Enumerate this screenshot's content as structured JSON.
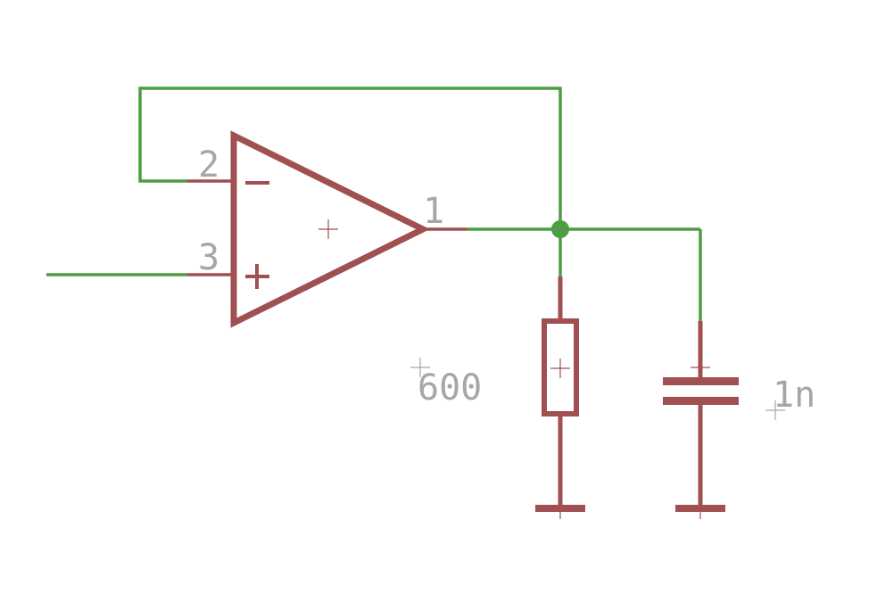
{
  "colors": {
    "wire": "#4e9d44",
    "symbol": "#a05050",
    "label": "#a6a6a6",
    "background": "#ffffff"
  },
  "opamp": {
    "pin_inverting_number": "2",
    "pin_noninverting_number": "3",
    "pin_output_number": "1"
  },
  "resistor": {
    "value": "600"
  },
  "capacitor": {
    "value": "1n"
  }
}
